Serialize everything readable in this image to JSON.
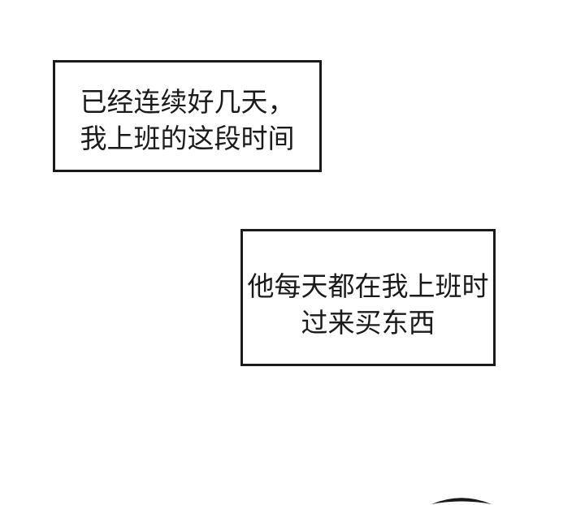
{
  "page": {
    "type": "comic-panel",
    "background_color": "#ffffff",
    "ink_color": "#1a1a1a"
  },
  "captions": [
    {
      "lines": [
        "已经连续好几天，",
        "我上班的这段时间"
      ]
    },
    {
      "lines": [
        "他每天都在我上班时",
        "过来买东西"
      ]
    }
  ],
  "decorations": [
    {
      "name": "head-top-arc"
    }
  ]
}
